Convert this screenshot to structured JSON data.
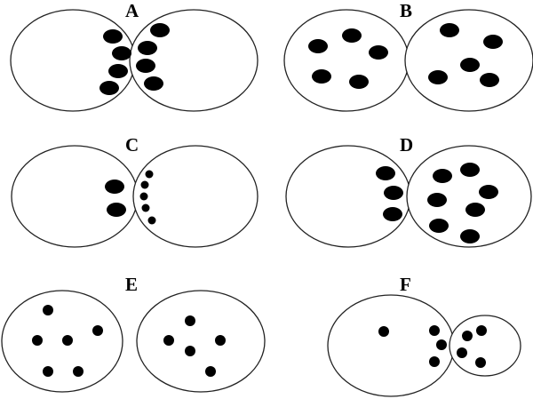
{
  "panels": [
    {
      "id": "A",
      "label": "A"
    },
    {
      "id": "B",
      "label": "B"
    },
    {
      "id": "C",
      "label": "C"
    },
    {
      "id": "D",
      "label": "D"
    },
    {
      "id": "E",
      "label": "E"
    },
    {
      "id": "F",
      "label": "F"
    }
  ],
  "colors": {
    "background": "#ffffff",
    "outline": "#222222",
    "dot": "#000000"
  }
}
